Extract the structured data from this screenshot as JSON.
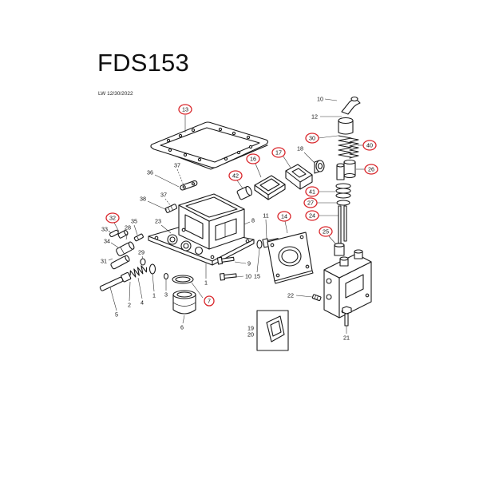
{
  "header": {
    "title": "FDS153",
    "date": "LW 12/30/2022"
  },
  "colors": {
    "highlight": "#d9262b",
    "line": "#1a1a1a",
    "background": "#ffffff"
  },
  "callouts": [
    {
      "label": "10",
      "circled": false
    },
    {
      "label": "12",
      "circled": false
    },
    {
      "label": "13",
      "circled": true
    },
    {
      "label": "30",
      "circled": true
    },
    {
      "label": "40",
      "circled": true
    },
    {
      "label": "17",
      "circled": true
    },
    {
      "label": "18",
      "circled": false
    },
    {
      "label": "16",
      "circled": true
    },
    {
      "label": "26",
      "circled": true
    },
    {
      "label": "37",
      "circled": false
    },
    {
      "label": "36",
      "circled": false
    },
    {
      "label": "42",
      "circled": true
    },
    {
      "label": "41",
      "circled": true
    },
    {
      "label": "37",
      "circled": false
    },
    {
      "label": "38",
      "circled": false
    },
    {
      "label": "27",
      "circled": true
    },
    {
      "label": "11",
      "circled": false
    },
    {
      "label": "14",
      "circled": true
    },
    {
      "label": "24",
      "circled": true
    },
    {
      "label": "32",
      "circled": true
    },
    {
      "label": "35",
      "circled": false
    },
    {
      "label": "23",
      "circled": false
    },
    {
      "label": "8",
      "circled": false
    },
    {
      "label": "33",
      "circled": false
    },
    {
      "label": "28",
      "circled": false
    },
    {
      "label": "25",
      "circled": true
    },
    {
      "label": "34",
      "circled": false
    },
    {
      "label": "29",
      "circled": false
    },
    {
      "label": "31",
      "circled": false
    },
    {
      "label": "9",
      "circled": false
    },
    {
      "label": "15",
      "circled": false
    },
    {
      "label": "10",
      "circled": false
    },
    {
      "label": "1",
      "circled": false
    },
    {
      "label": "7",
      "circled": true
    },
    {
      "label": "3",
      "circled": false
    },
    {
      "label": "1",
      "circled": false
    },
    {
      "label": "2",
      "circled": false
    },
    {
      "label": "4",
      "circled": false
    },
    {
      "label": "22",
      "circled": false
    },
    {
      "label": "5",
      "circled": false
    },
    {
      "label": "6",
      "circled": false
    },
    {
      "label": "19",
      "circled": false
    },
    {
      "label": "20",
      "circled": false
    },
    {
      "label": "21",
      "circled": false
    }
  ]
}
